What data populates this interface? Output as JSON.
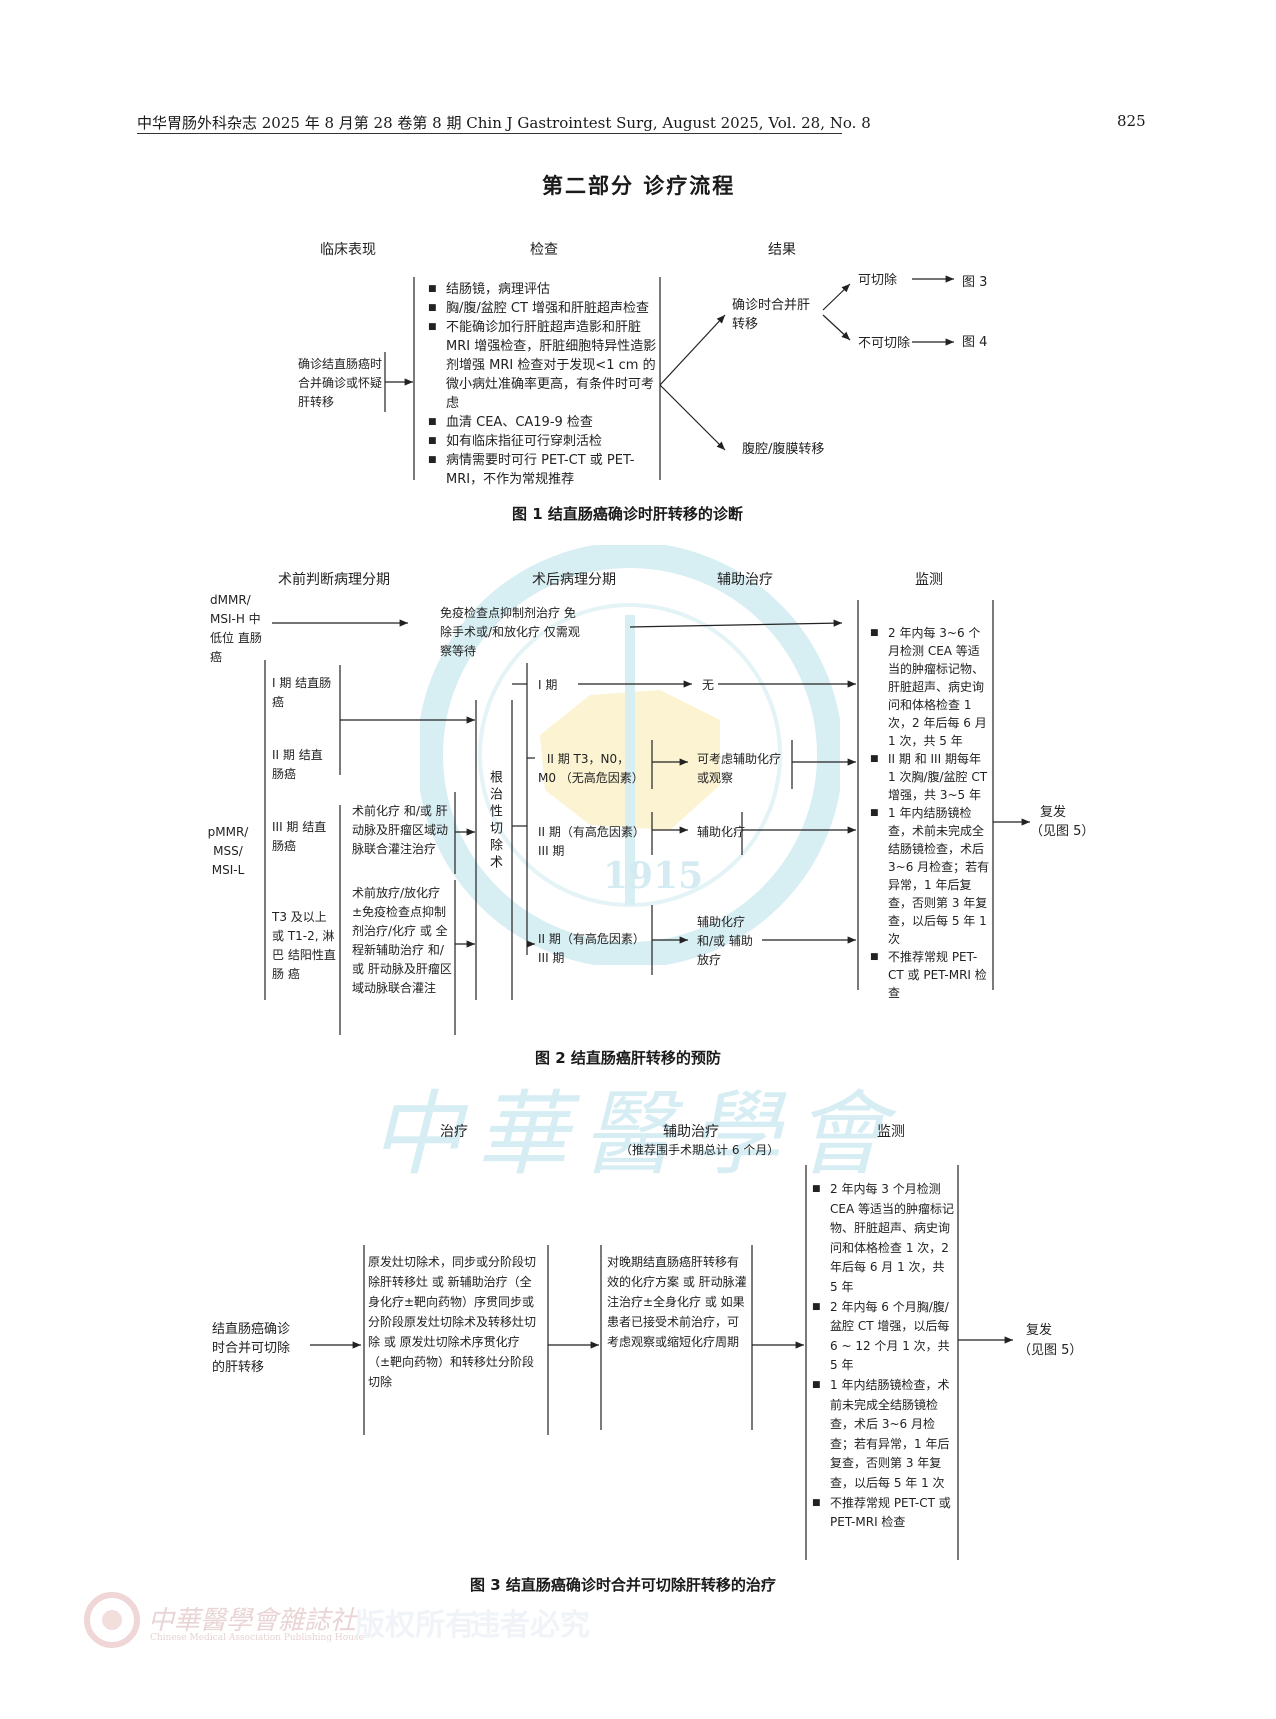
{
  "header": {
    "left": "中华胃肠外科杂志 2025 年 8 月第 28 卷第 8 期   Chin J Gastrointest Surg, August 2025, Vol. 28, No. 8",
    "page": "825"
  },
  "section_title": "第二部分   诊疗流程",
  "fig1": {
    "cols": [
      "临床表现",
      "检查",
      "结果"
    ],
    "presentation": "确诊结直肠癌时合并确诊或怀疑肝转移",
    "exams": [
      "结肠镜，病理评估",
      "胸/腹/盆腔 CT 增强和肝脏超声检查",
      "不能确诊加行肝脏超声造影和肝脏 MRI 增强检查，肝脏细胞特异性造影剂增强 MRI 检查对于发现<1 cm 的微小病灶准确率更高，有条件时可考虑",
      "血清 CEA、CA19-9 检查",
      "如有临床指征可行穿刺活检",
      "病情需要时可行 PET-CT 或 PET-MRI，不作为常规推荐"
    ],
    "result_liver": "确诊时合并肝转移",
    "resectable": "可切除",
    "fig3_ref": "图 3",
    "unresectable": "不可切除",
    "fig4_ref": "图 4",
    "peritoneal": "腹腔/腹膜转移",
    "caption": "图 1   结直肠癌确诊时肝转移的诊断"
  },
  "fig2": {
    "cols": [
      "术前判断病理分期",
      "术后病理分期",
      "辅助治疗",
      "监测"
    ],
    "dmmr_label": "dMMR/ MSI-H 中低位 直肠癌",
    "dmmr_treatment": "免疫检查点抑制剂治疗 免除手术或/和放化疗 仅需观察等待",
    "pmmr_label": "pMMR/ MSS/ MSI-L",
    "stage1": "I 期 结直肠癌",
    "stage2": "II 期 结直肠癌",
    "stage3": "III 期 结直肠癌",
    "t3": "T3 及以上 或 T1-2, 淋巴 结阳性直肠 癌",
    "neo1": "术前化疗 和/或 肝动脉及肝瘤区域动脉联合灌注治疗",
    "neo2": "术前放疗/放化疗 ±免疫检查点抑制剂治疗/化疗 或 全程新辅助治疗 和/或 肝动脉及肝瘤区域动脉联合灌注",
    "surgery": "根治性切除术",
    "post1": "I 期",
    "post1_result": "无",
    "post2": "II 期 T3，N0，M0 （无高危因素）",
    "post2_result": "可考虑辅助化疗 或观察",
    "post3": "II 期（有高危因素） III 期",
    "post3_result": "辅助化疗",
    "post4": "II 期（有高危因素） III 期",
    "post4_result": "辅助化疗 和/或 辅助放疗",
    "monitor": [
      "2 年内每 3~6 个月检测 CEA 等适当的肿瘤标记物、肝脏超声、病史询问和体格检查 1 次，2 年后每 6 月 1 次，共 5 年",
      "II 期 和 III 期每年 1 次胸/腹/盆腔 CT 增强，共 3~5 年",
      "1 年内结肠镜检查，术前未完成全结肠镜检查，术后 3~6 月检查；若有异常，1 年后复查，否则第 3 年复查，以后每 5 年 1 次",
      "不推荐常规 PET-CT 或 PET-MRI 检查"
    ],
    "relapse": "复发",
    "relapse_ref": "（见图 5）",
    "caption": "图 2   结直肠癌肝转移的预防"
  },
  "fig3": {
    "col_treatment": "治疗",
    "col_adjuvant": "辅助治疗",
    "col_adjuvant_sub": "（推荐围手术期总计 6 个月）",
    "col_monitor": "监测",
    "presentation": "结直肠癌确诊时合并可切除的肝转移",
    "treatment": "原发灶切除术，同步或分阶段切除肝转移灶 或 新辅助治疗（全身化疗±靶向药物）序贯同步或分阶段原发灶切除术及转移灶切除 或 原发灶切除术序贯化疗（±靶向药物）和转移灶分阶段切除",
    "adjuvant": "对晚期结直肠癌肝转移有效的化疗方案 或 肝动脉灌注治疗±全身化疗 或 如果患者已接受术前治疗，可考虑观察或缩短化疗周期",
    "monitor": [
      "2 年内每 3 个月检测 CEA 等适当的肿瘤标记物、肝脏超声、病史询问和体格检查 1 次，2 年后每 6 月 1 次，共 5 年",
      "2 年内每 6 个月胸/腹/盆腔 CT 增强，以后每 6 ~ 12 个月 1 次，共 5 年",
      "1 年内结肠镜检查，术前未完成全结肠镜检查，术后 3~6 月检查；若有异常，1 年后复查，否则第 3 年复查，以后每 5 年 1 次",
      "不推荐常规 PET-CT 或 PET-MRI 检查"
    ],
    "relapse": "复发",
    "relapse_ref": "（见图 5）",
    "caption": "图 3   结直肠癌确诊时合并可切除肝转移的治疗"
  },
  "watermark": {
    "center_year": "1915",
    "big": "中華醫學會",
    "logo_text": "中華醫學會雜誌社",
    "logo_sub": "Chinese Medical Association Publishing House",
    "rights1": "版权所有",
    "rights2": "违者必究"
  }
}
